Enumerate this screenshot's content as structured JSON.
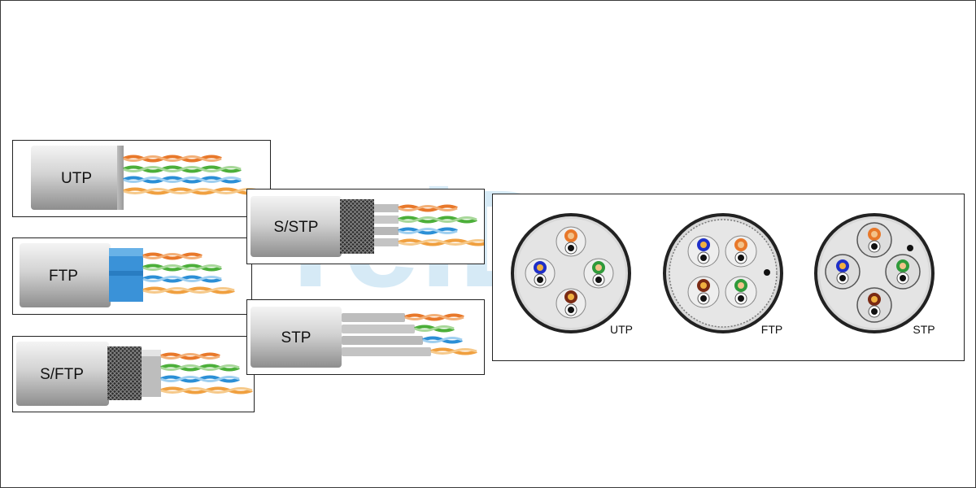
{
  "watermark": {
    "text": "TelData",
    "color": "#4aa3d8"
  },
  "cables": [
    {
      "label": "UTP",
      "shield": "none"
    },
    {
      "label": "FTP",
      "shield": "foil"
    },
    {
      "label": "S/FTP",
      "shield": "braid+foil"
    },
    {
      "label": "S/STP",
      "shield": "braid+pair-foil"
    },
    {
      "label": "STP",
      "shield": "pair-foil"
    }
  ],
  "cross_sections": [
    {
      "label": "UTP"
    },
    {
      "label": "FTP"
    },
    {
      "label": "STP"
    }
  ],
  "colors": {
    "jacket": "#c9c9c9",
    "pair_orange": "#e8782a",
    "pair_green": "#4caf3a",
    "pair_blue": "#2b8fd6",
    "pair_brown": "#8b3a1a",
    "foil": "#3a92d8",
    "braid": "#3a3a3a"
  }
}
